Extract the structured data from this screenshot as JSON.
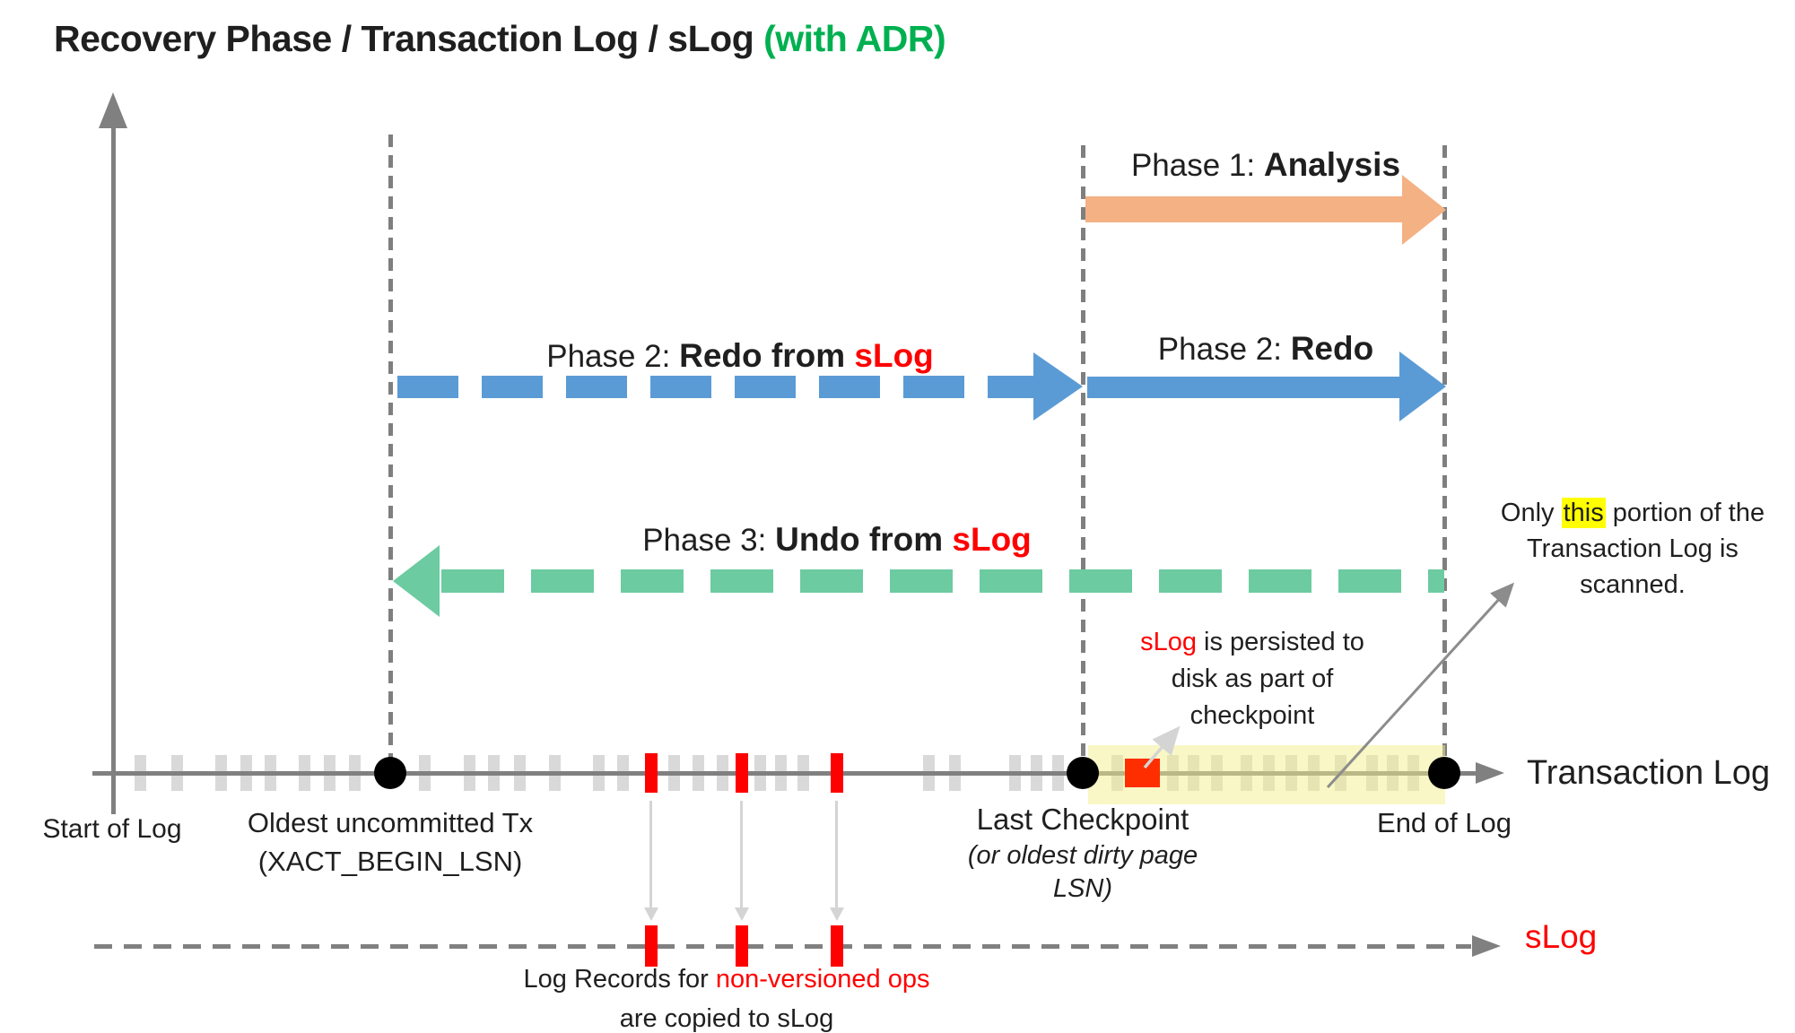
{
  "title": {
    "main": "Recovery Phase / Transaction Log / sLog ",
    "adr": "(with ADR)"
  },
  "phase1": {
    "prefix": "Phase 1: ",
    "bold": "Analysis"
  },
  "phase2_slog": {
    "prefix": "Phase 2: ",
    "bold": "Redo from ",
    "red": "sLog"
  },
  "phase2": {
    "prefix": "Phase 2: ",
    "bold": "Redo"
  },
  "phase3": {
    "prefix": "Phase 3: ",
    "bold": "Undo from ",
    "red": "sLog"
  },
  "scan_note": {
    "pre": "Only ",
    "highlight": "this",
    "post": " portion of the",
    "line2": "Transaction Log is scanned."
  },
  "persist_note": {
    "red": "sLog",
    "rest1": " is persisted to",
    "line2": "disk as part of",
    "line3": "checkpoint"
  },
  "copy_note": {
    "black1": "Log Records for ",
    "red1": "non-versioned ops",
    "line2": "are copied to sLog"
  },
  "axis": {
    "transaction_log": "Transaction Log",
    "slog": "sLog",
    "start_of_log": "Start of Log",
    "oldest_tx1": "Oldest uncommitted Tx",
    "oldest_tx2": "(XACT_BEGIN_LSN)",
    "checkpoint1": "Last Checkpoint",
    "checkpoint2": "(or oldest dirty page",
    "checkpoint3": "LSN)",
    "end_of_log": "End of Log"
  },
  "colors": {
    "title_green": "#00B050",
    "axis_gray": "#808080",
    "guide_gray": "#7F7F7F",
    "tick_gray": "#D9D9D9",
    "red": "#FF0000",
    "square_red": "#FF2E00",
    "orange": "#F4B183",
    "blue": "#5B9BD5",
    "green": "#6CCBA0",
    "band_yellow": "rgba(242,240,140,0.5)",
    "highlight_yellow": "#FFFF00",
    "light_arrow": "#D4D4D4",
    "note_arrow": "#8C8C8C",
    "text_black": "#1F1F1F"
  },
  "log_records": {
    "gray_ticks": [
      150,
      191,
      240,
      268,
      295,
      333,
      361,
      389,
      467,
      517,
      544,
      573,
      612,
      661,
      688,
      745,
      772,
      799,
      841,
      864,
      889,
      1029,
      1058,
      1125,
      1149,
      1173
    ],
    "band_ticks": [
      1239,
      1301,
      1324,
      1350,
      1383,
      1408,
      1433,
      1458,
      1488,
      1523,
      1546,
      1569
    ],
    "red_ticks": [
      719,
      820,
      926
    ]
  }
}
